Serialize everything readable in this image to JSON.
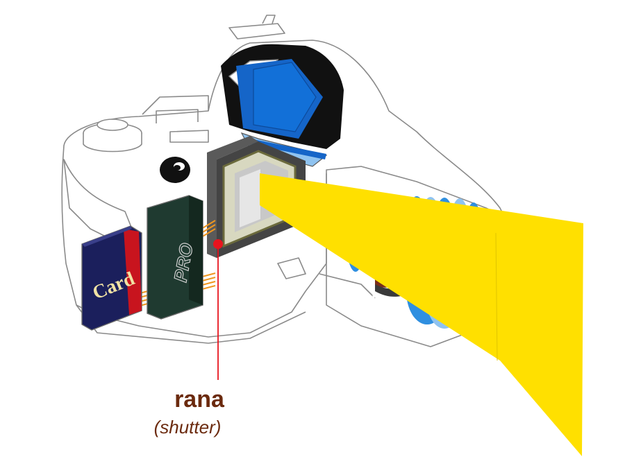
{
  "labels": {
    "card": "Card",
    "pro": "PRO",
    "shutter_name": "rana",
    "shutter_translation": "(shutter)"
  },
  "colors": {
    "outline": "#8a8a8a",
    "light_beam": "#ffe000",
    "mirror_blue": "#1565c8",
    "lens_blue": "#2f8fe0",
    "lens_blue_light": "#8fc3f0",
    "shutter_frame": "#5a5a5a",
    "sensor_olive": "#6b6a3c",
    "callout_red": "#e8141e",
    "label_brown": "#6b2a0e",
    "card_navy": "#1b1f5c",
    "card_red": "#c8141e",
    "card_text": "#f1e2a4",
    "pro_green": "#1f3a30",
    "circuit_orange": "#f0961e",
    "aperture_dark": "#3a3a3a",
    "aperture_brown": "#7a2e1a"
  },
  "icons": {
    "memory_card": "sd-card-icon",
    "pro_card": "pro-card-icon",
    "mode_dial": "mode-dial-icon",
    "shutter_button": "shutter-button-icon"
  }
}
